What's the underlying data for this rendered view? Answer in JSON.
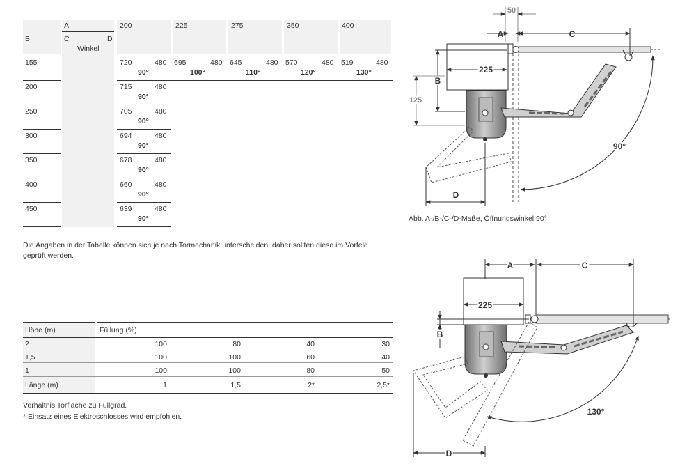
{
  "table1": {
    "col_a": "A",
    "col_b": "B",
    "col_c": "C",
    "col_d": "D",
    "col_winkel": "Winkel",
    "a_headers": [
      "200",
      "225",
      "275",
      "350",
      "400"
    ],
    "rows": [
      {
        "b": "155",
        "cells": [
          {
            "c": "720",
            "d": "480",
            "w": "90°"
          },
          {
            "c": "695",
            "d": "480",
            "w": "100°"
          },
          {
            "c": "645",
            "d": "480",
            "w": "110°"
          },
          {
            "c": "570",
            "d": "480",
            "w": "120°"
          },
          {
            "c": "519",
            "d": "480",
            "w": "130°"
          }
        ]
      },
      {
        "b": "200",
        "cells": [
          {
            "c": "715",
            "d": "480",
            "w": "90°"
          }
        ]
      },
      {
        "b": "250",
        "cells": [
          {
            "c": "705",
            "d": "480",
            "w": "90°"
          }
        ]
      },
      {
        "b": "300",
        "cells": [
          {
            "c": "694",
            "d": "480",
            "w": "90°"
          }
        ]
      },
      {
        "b": "350",
        "cells": [
          {
            "c": "678",
            "d": "480",
            "w": "90°"
          }
        ]
      },
      {
        "b": "400",
        "cells": [
          {
            "c": "660",
            "d": "480",
            "w": "90°"
          }
        ]
      },
      {
        "b": "450",
        "cells": [
          {
            "c": "639",
            "d": "480",
            "w": "90°"
          }
        ]
      }
    ]
  },
  "note1": "Die Angaben in der Tabelle können sich je nach Tormechanik unterscheiden, daher sollten diese im Vorfeld",
  "note1_line2": "geprüft werden.",
  "table2": {
    "header_height": "Höhe (m)",
    "header_fill": "Füllung (%)",
    "rows": [
      {
        "label": "2",
        "values": [
          "100",
          "80",
          "40",
          "30"
        ]
      },
      {
        "label": "1,5",
        "values": [
          "100",
          "100",
          "60",
          "40"
        ]
      },
      {
        "label": "1",
        "values": [
          "100",
          "100",
          "80",
          "50"
        ]
      },
      {
        "label": "Länge (m)",
        "values": [
          "1",
          "1,5",
          "2*",
          "2,5*"
        ]
      }
    ]
  },
  "note2": "Verhältnis Torfläche zu Füllgrad.",
  "note3": "* Einsatz eines Elektroschlosses wird empfohlen.",
  "diagram1": {
    "caption": "Abb. A-/B-/C-/D-Maße, Öffnungswinkel 90°",
    "dim_50": "50",
    "lbl_a": "A",
    "lbl_c": "C",
    "lbl_b": "B",
    "dim_225": "225",
    "dim_125": "125",
    "angle": "90°",
    "lbl_d": "D"
  },
  "diagram2": {
    "lbl_a": "A",
    "lbl_c": "C",
    "dim_225": "225",
    "lbl_b": "B",
    "angle": "130°",
    "lbl_d": "D"
  }
}
